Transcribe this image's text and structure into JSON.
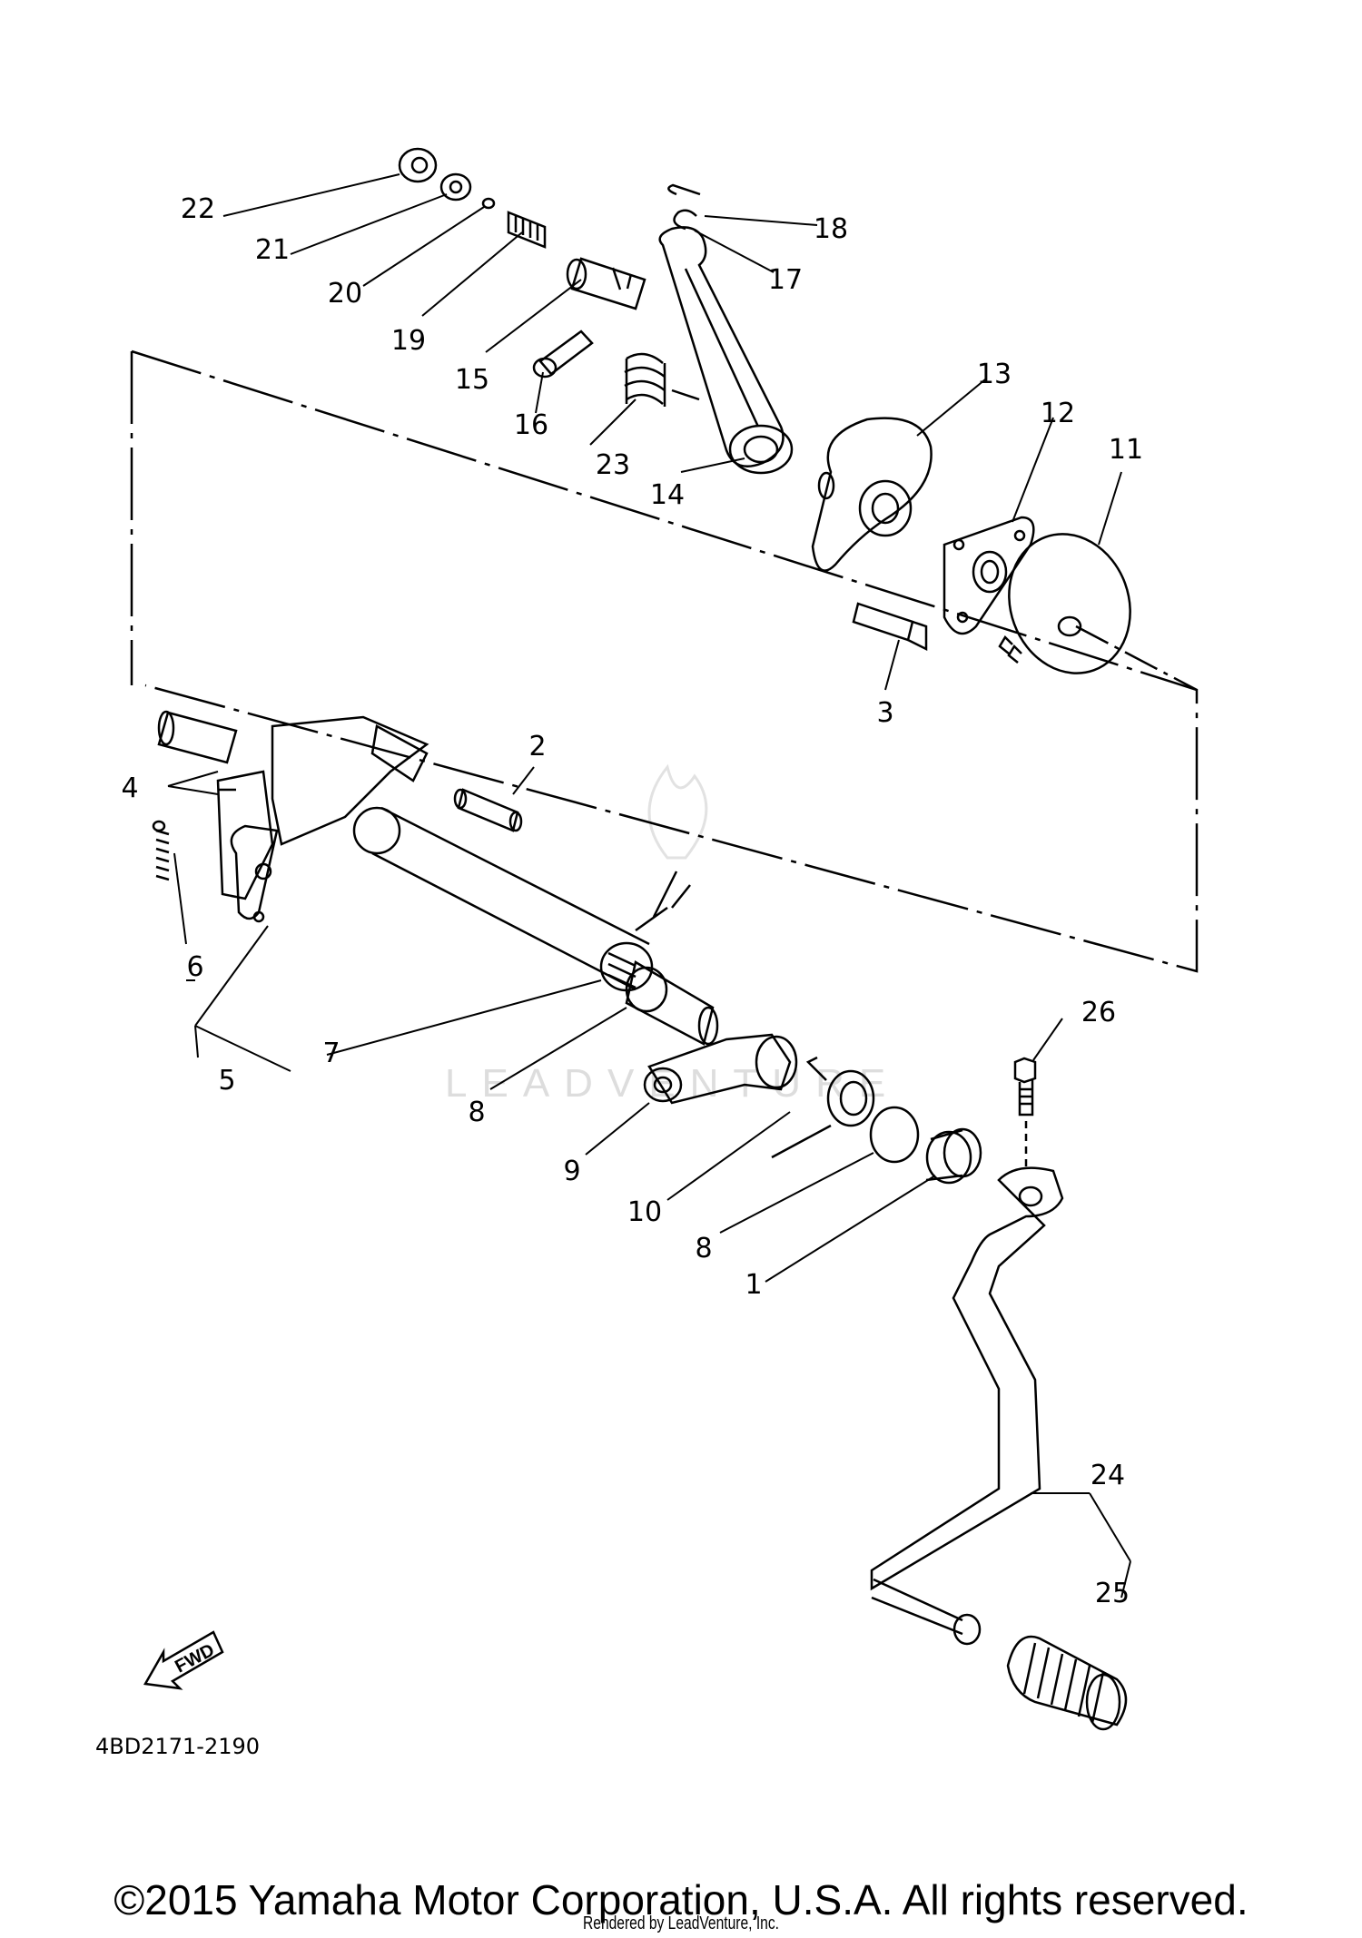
{
  "diagram": {
    "part_labels": [
      "1",
      "2",
      "3",
      "4",
      "5",
      "6",
      "7",
      "8",
      "9",
      "10",
      "11",
      "12",
      "13",
      "14",
      "15",
      "16",
      "17",
      "18",
      "19",
      "20",
      "21",
      "22",
      "23",
      "24",
      "25",
      "26"
    ],
    "drawing_code": "4BD2171-2190",
    "forward_arrow": "FWD",
    "watermark": "LEADVENTURE"
  },
  "footer": {
    "copyright": "©2015 Yamaha Motor Corporation, U.S.A. All rights reserved.",
    "rendered_by": "Rendered by LeadVenture, Inc."
  }
}
